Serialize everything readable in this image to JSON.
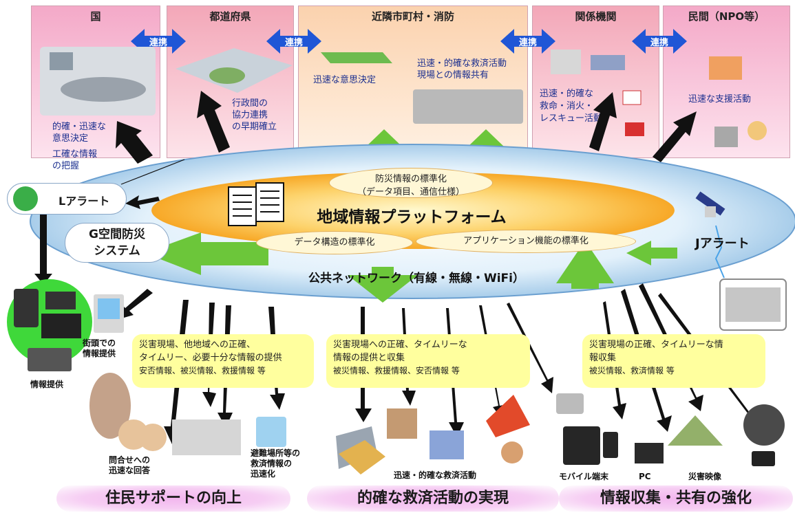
{
  "panels": [
    {
      "title": "国",
      "notes": [
        "的確・迅速な",
        "意思決定",
        "工確な情報",
        "の把握"
      ]
    },
    {
      "title": "都道府県",
      "notes": [
        "行政間の",
        "協力連携",
        "の早期確立"
      ]
    },
    {
      "title": "近隣市町村・消防",
      "notes": [
        "迅速な意思決定"
      ],
      "notes2": [
        "迅速・的確な救済活動",
        "現場との情報共有"
      ]
    },
    {
      "title": "関係機関",
      "notes": [
        "迅速・的確な",
        "救命・消火・",
        "レスキュー活動"
      ]
    },
    {
      "title": "民間（NPO等）",
      "notes": [
        "迅速な支援活動"
      ]
    }
  ],
  "link_label": "連携",
  "platform": {
    "title": "地域情報プラットフォーム",
    "network": "公共ネットワーク（有線・無線・WiFi）",
    "std_top": [
      "防災情報の標準化",
      "（データ項目、通信仕様）"
    ],
    "std_left": "データ構造の標準化",
    "std_right": "アプリケーション機能の標準化"
  },
  "l_alert": "Lアラート",
  "g_system": [
    "G空間防災",
    "システム"
  ],
  "j_alert": "Jアラート",
  "callouts": [
    {
      "lines": [
        "災害現場、他地域への正確、",
        "タイムリー、必要十分な情報の提供"
      ],
      "sub": "安否情報、被災情報、救援情報 等"
    },
    {
      "lines": [
        "災害現場への正確、タイムリーな",
        "情報の提供と収集"
      ],
      "sub": "被災情報、救援情報、安否情報 等"
    },
    {
      "lines": [
        "災害現場の正確、タイムリーな情",
        "報収集"
      ],
      "sub": "被災情報、救済情報 等"
    }
  ],
  "captions": {
    "info_provide": "情報提供",
    "street": [
      "街頭での",
      "情報提供"
    ],
    "inquiry": [
      "問合せへの",
      "迅速な回答"
    ],
    "shelter": [
      "避難場所等の",
      "救済情報の",
      "迅速化"
    ],
    "rescue": "迅速・的確な救済活動",
    "mobile": "モバイル端末",
    "pc": "PC",
    "video": "災害映像"
  },
  "bottom_labels": [
    "住民サポートの向上",
    "的確な救済活動の実現",
    "情報収集・共有の強化"
  ],
  "colors": {
    "panel_pink": "#f6bfd6",
    "panel_orange": "#fce2c8",
    "link_blue": "#1f56d6",
    "ellipse": "#d4e9f9",
    "arrow_green": "#6cc63a",
    "arrow_black": "#111111",
    "callout": "#ffff9e"
  }
}
